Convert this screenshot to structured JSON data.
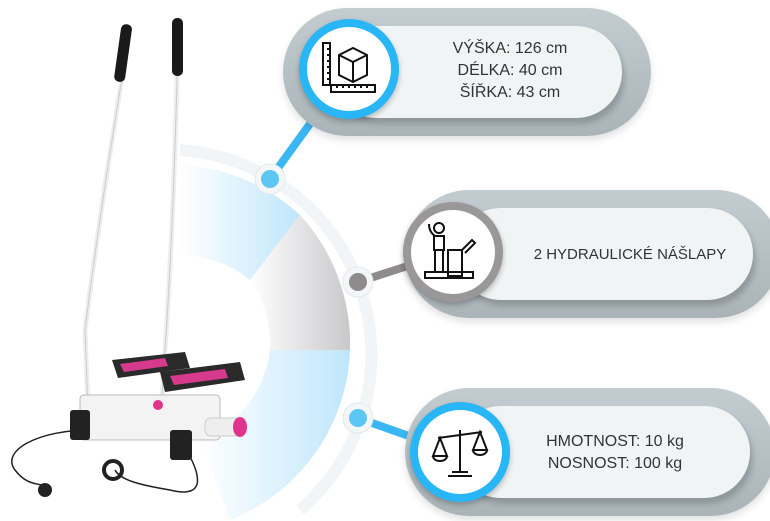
{
  "specs": [
    {
      "lines": [
        "VÝŠKA: 126 cm",
        "DÉLKA: 40 cm",
        "ŠÍŘKA: 43 cm"
      ],
      "icon": "dimensions-cube-ruler-icon"
    },
    {
      "lines": [
        "2 HYDRAULICKÉ NÁŠLAPY"
      ],
      "icon": "person-stepper-icon"
    },
    {
      "lines": [
        "HMOTNOST: 10 kg",
        "NOSNOST: 100 kg"
      ],
      "icon": "scales-icon"
    }
  ],
  "colors": {
    "blue": "#29b6f6",
    "gray": "#9a9799",
    "pink": "#e0338c"
  }
}
